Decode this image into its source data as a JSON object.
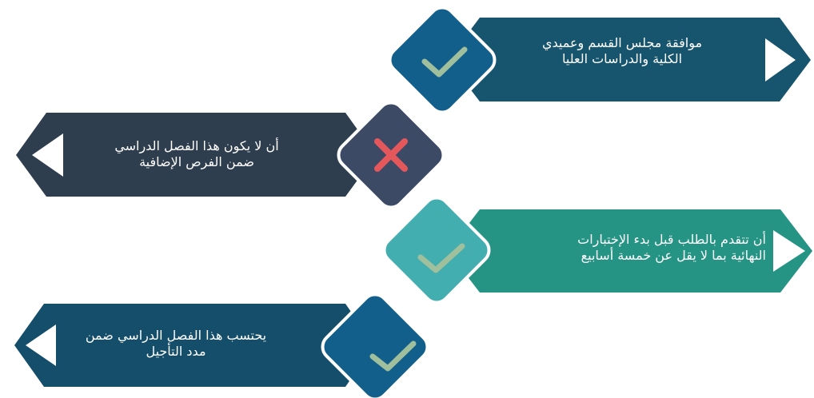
{
  "colors": {
    "item1_banner": "#17546e",
    "item1_diamond": "#135f8c",
    "item1_mark": "#9fbf9d",
    "item2_banner": "#2f3e4f",
    "item2_diamond": "#3c4a66",
    "item2_mark": "#e4585c",
    "item3_banner": "#259484",
    "item3_diamond": "#43aeb0",
    "item3_mark": "#9fbf9d",
    "item4_banner": "#144e6b",
    "item4_diamond": "#135f8c",
    "item4_mark": "#9fbf9d",
    "notch": "#ffffff"
  },
  "items": [
    {
      "status": "approved",
      "icon": "check-icon",
      "lines": [
        "موافقة مجلس القسم وعميدي",
        "الكلية والدراسات العليا"
      ]
    },
    {
      "status": "rejected",
      "icon": "cross-icon",
      "lines": [
        "أن لا يكون هذا الفصل الدراسي",
        "ضمن الفرص الإضافية"
      ]
    },
    {
      "status": "approved",
      "icon": "check-icon",
      "lines": [
        "أن تتقدم بالطلب قبل بدء الإختبارات",
        "النهائية بما لا يقل عن خمسة أسابيع"
      ]
    },
    {
      "status": "approved",
      "icon": "check-icon",
      "lines": [
        "يحتسب هذا الفصل الدراسي ضمن",
        "مدد التأجيل"
      ]
    }
  ]
}
